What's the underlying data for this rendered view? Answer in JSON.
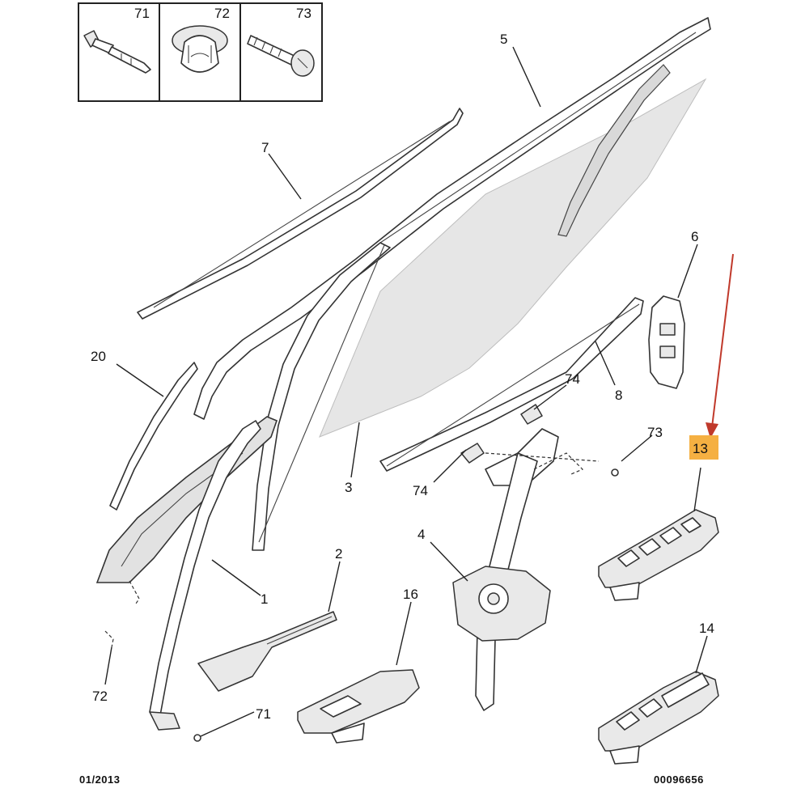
{
  "legend_boxes": [
    {
      "id": "71",
      "label": "71",
      "icon": "rivet-icon"
    },
    {
      "id": "72",
      "label": "72",
      "icon": "clip-icon"
    },
    {
      "id": "73",
      "label": "73",
      "icon": "screw-icon"
    }
  ],
  "callouts": {
    "c1": "1",
    "c2": "2",
    "c3": "3",
    "c4": "4",
    "c5": "5",
    "c6": "6",
    "c7": "7",
    "c8": "8",
    "c13": "13",
    "c14": "14",
    "c16": "16",
    "c20": "20",
    "c71": "71",
    "c72": "72",
    "c73": "73",
    "c74a": "74",
    "c74b": "74"
  },
  "highlight": {
    "part": "13",
    "color": "#f5b042",
    "arrow_color": "#c0392b"
  },
  "footer": {
    "date": "01/2013",
    "ref": "00096656"
  }
}
